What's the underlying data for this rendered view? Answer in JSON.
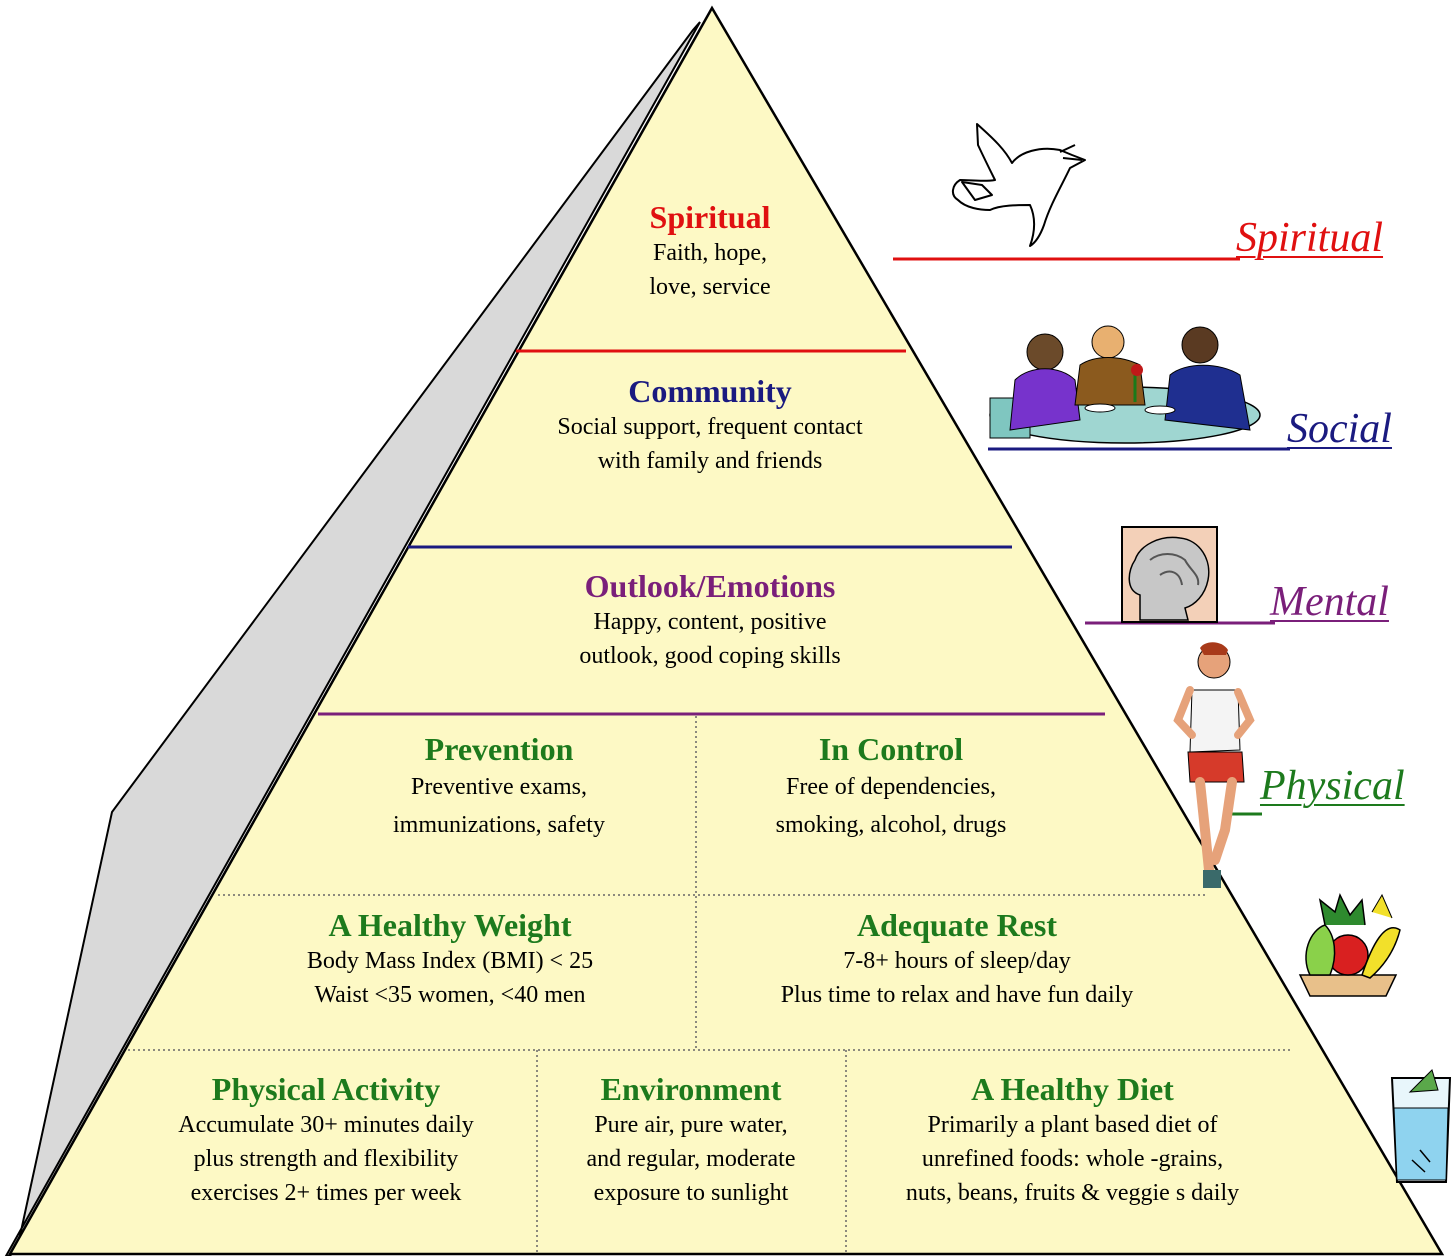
{
  "colors": {
    "spiritual": "#e01010",
    "social": "#1a1a80",
    "mental": "#7a1f7a",
    "physical": "#1d7a1d",
    "pyramid_fill": "#fdf9c5",
    "pyramid_side": "#d9d9d9"
  },
  "levels": {
    "spiritual": {
      "title": "Spiritual",
      "lines": [
        "Faith, hope,",
        "love, service"
      ]
    },
    "community": {
      "title": "Community",
      "lines": [
        "Social support, frequent contact",
        "with family and friends"
      ]
    },
    "outlook": {
      "title": "Outlook/Emotions",
      "lines": [
        "Happy, content, positive",
        "outlook, good coping skills"
      ]
    },
    "prevention": {
      "title": "Prevention",
      "lines": [
        "Preventive exams,",
        "immunizations, safety"
      ]
    },
    "in_control": {
      "title": "In Control",
      "lines": [
        "Free of dependencies,",
        "smoking, alcohol, drugs"
      ]
    },
    "healthy_weight": {
      "title": "A Healthy Weight",
      "lines": [
        "Body Mass Index (BMI) < 25",
        "Waist <35 women, <40 men"
      ]
    },
    "adequate_rest": {
      "title": "Adequate Rest",
      "lines": [
        "7-8+ hours of sleep/day",
        "Plus time to relax and have fun daily"
      ]
    },
    "physical_activity": {
      "title": "Physical Activity",
      "lines": [
        "Accumulate 30+ minutes daily",
        "plus strength and flexibility",
        "exercises 2+ times per week"
      ]
    },
    "environment": {
      "title": "Environment",
      "lines": [
        "Pure air, pure water,",
        "and regular, moderate",
        "exposure to sunlight"
      ]
    },
    "healthy_diet": {
      "title": "A Healthy Diet",
      "lines": [
        "Primarily a plant based diet of",
        "unrefined foods: whole -grains,",
        "nuts, beans, fruits & veggie s daily"
      ]
    }
  },
  "side_labels": {
    "spiritual": "Spiritual",
    "social": "Social",
    "mental": "Mental",
    "physical": "Physical"
  },
  "illustrations": [
    "dove-icon",
    "people-dining-icon",
    "head-brain-icon",
    "runner-icon",
    "fruit-bowl-icon",
    "water-glass-icon"
  ]
}
